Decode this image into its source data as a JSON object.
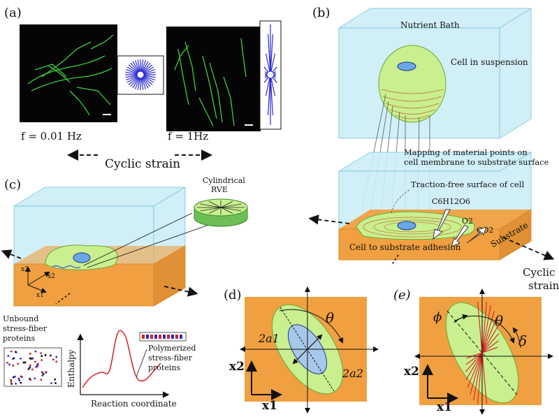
{
  "panels": {
    "a": {
      "label": "(a)",
      "freq_left": "f = 0.01 Hz",
      "freq_right": "f = 1Hz",
      "strain_label": "Cyclic strain"
    },
    "b": {
      "label": "(b)",
      "nutrient_bath": "Nutrient Bath",
      "cell_suspension": "Cell in suspension",
      "mapping_line1": "Mapping of material points on",
      "mapping_line2": "cell membrane to substrate surface",
      "traction_free": "Traction-free surface of cell",
      "glucose": "C6H12O6",
      "oxygen": "O2",
      "co2": "CO2",
      "substrate": "Substrate",
      "adhesion": "Cell to substrate adhesion",
      "cyclic": "Cyclic",
      "strain": "strain"
    },
    "c": {
      "label": "(c)",
      "rve_line1": "Cylindrical",
      "rve_line2": "RVE",
      "x1": "x1",
      "x2": "x2",
      "x3": "x3",
      "unbound1": "Unbound",
      "unbound2": "stress-fiber",
      "unbound3": "proteins",
      "polymer1": "Polymerized",
      "polymer2": "stress-fiber",
      "polymer3": "proteins",
      "enthalpy": "Enthalpy",
      "reaction": "Reaction coordinate"
    },
    "d": {
      "label": "(d)",
      "theta": "θ",
      "a1": "2a1",
      "a2": "2a2",
      "x1": "x1",
      "x2": "x2"
    },
    "e": {
      "label": "(e)",
      "phi": "ϕ",
      "theta": "θ",
      "delta": "δ",
      "x1": "x1",
      "x2": "x2"
    }
  },
  "colors": {
    "bath": "#cdeef7",
    "bath_edge": "#7fc8dc",
    "substrate": "#f0a040",
    "substrate_dark": "#d98a2e",
    "cell": "#c9ef8f",
    "cell_edge": "#6aa83a",
    "nucleus": "#6aa7e8",
    "fiber_red": "#d62020",
    "polar_blue": "#2a2ad0",
    "micrograph_green": "#3ccf3c"
  }
}
